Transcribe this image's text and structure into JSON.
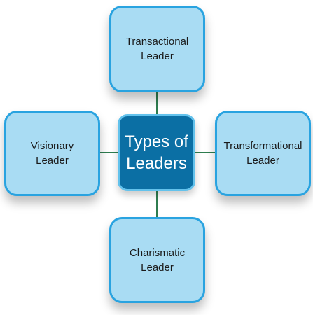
{
  "diagram": {
    "center": "Types of\nLeaders",
    "top": "Transactional\nLeader",
    "left": "Visionary\nLeader",
    "right": "Transformational\nLeader",
    "bottom": "Charismatic\nLeader"
  },
  "colors": {
    "center_fill": "#0b6fa4",
    "center_border": "#63c2ec",
    "node_fill": "#a9dcf3",
    "node_border": "#29a3e0",
    "connector": "#2e7d4f"
  }
}
